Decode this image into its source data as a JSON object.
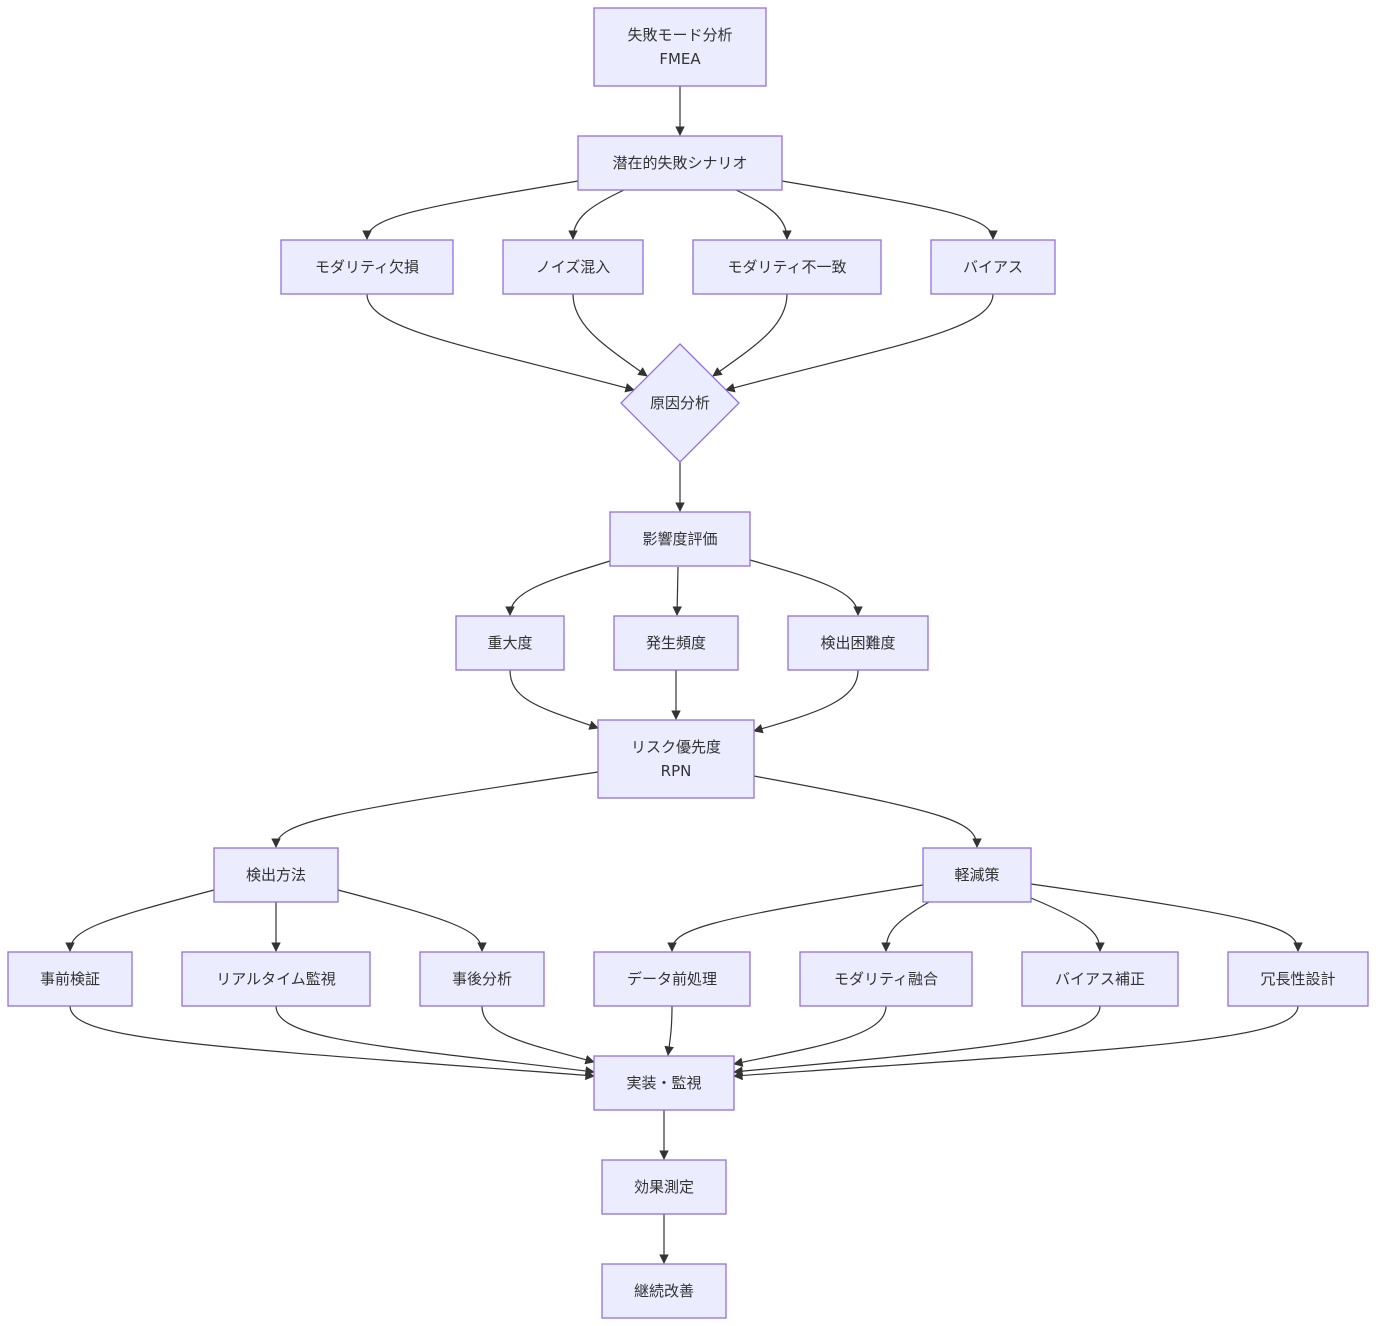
{
  "diagram": {
    "nodes": {
      "fmea": [
        "失敗モード分析",
        "FMEA"
      ],
      "scenario": [
        "潜在的失敗シナリオ"
      ],
      "modality_missing": [
        "モダリティ欠損"
      ],
      "noise": [
        "ノイズ混入"
      ],
      "modality_mismatch": [
        "モダリティ不一致"
      ],
      "bias": [
        "バイアス"
      ],
      "cause": [
        "原因分析"
      ],
      "impact": [
        "影響度評価"
      ],
      "severity": [
        "重大度"
      ],
      "occurrence": [
        "発生頻度"
      ],
      "detection_difficulty": [
        "検出困難度"
      ],
      "rpn": [
        "リスク優先度",
        "RPN"
      ],
      "detection_method": [
        "検出方法"
      ],
      "mitigation": [
        "軽減策"
      ],
      "pre_validation": [
        "事前検証"
      ],
      "realtime_monitor": [
        "リアルタイム監視"
      ],
      "post_analysis": [
        "事後分析"
      ],
      "preprocessing": [
        "データ前処理"
      ],
      "modality_fusion": [
        "モダリティ融合"
      ],
      "bias_correction": [
        "バイアス補正"
      ],
      "redundancy": [
        "冗長性設計"
      ],
      "implement": [
        "実装・監視"
      ],
      "effect": [
        "効果測定"
      ],
      "improve": [
        "継続改善"
      ]
    },
    "edges": [
      [
        "fmea",
        "scenario"
      ],
      [
        "scenario",
        "modality_missing"
      ],
      [
        "scenario",
        "noise"
      ],
      [
        "scenario",
        "modality_mismatch"
      ],
      [
        "scenario",
        "bias"
      ],
      [
        "modality_missing",
        "cause"
      ],
      [
        "noise",
        "cause"
      ],
      [
        "modality_mismatch",
        "cause"
      ],
      [
        "bias",
        "cause"
      ],
      [
        "cause",
        "impact"
      ],
      [
        "impact",
        "severity"
      ],
      [
        "impact",
        "occurrence"
      ],
      [
        "impact",
        "detection_difficulty"
      ],
      [
        "severity",
        "rpn"
      ],
      [
        "occurrence",
        "rpn"
      ],
      [
        "detection_difficulty",
        "rpn"
      ],
      [
        "rpn",
        "detection_method"
      ],
      [
        "rpn",
        "mitigation"
      ],
      [
        "detection_method",
        "pre_validation"
      ],
      [
        "detection_method",
        "realtime_monitor"
      ],
      [
        "detection_method",
        "post_analysis"
      ],
      [
        "mitigation",
        "preprocessing"
      ],
      [
        "mitigation",
        "modality_fusion"
      ],
      [
        "mitigation",
        "bias_correction"
      ],
      [
        "mitigation",
        "redundancy"
      ],
      [
        "pre_validation",
        "implement"
      ],
      [
        "realtime_monitor",
        "implement"
      ],
      [
        "post_analysis",
        "implement"
      ],
      [
        "preprocessing",
        "implement"
      ],
      [
        "modality_fusion",
        "implement"
      ],
      [
        "bias_correction",
        "implement"
      ],
      [
        "redundancy",
        "implement"
      ],
      [
        "implement",
        "effect"
      ],
      [
        "effect",
        "improve"
      ]
    ]
  },
  "colors": {
    "node_fill": "#ECECFF",
    "node_stroke": "#9370DB",
    "edge": "#333333",
    "text": "#333333"
  }
}
